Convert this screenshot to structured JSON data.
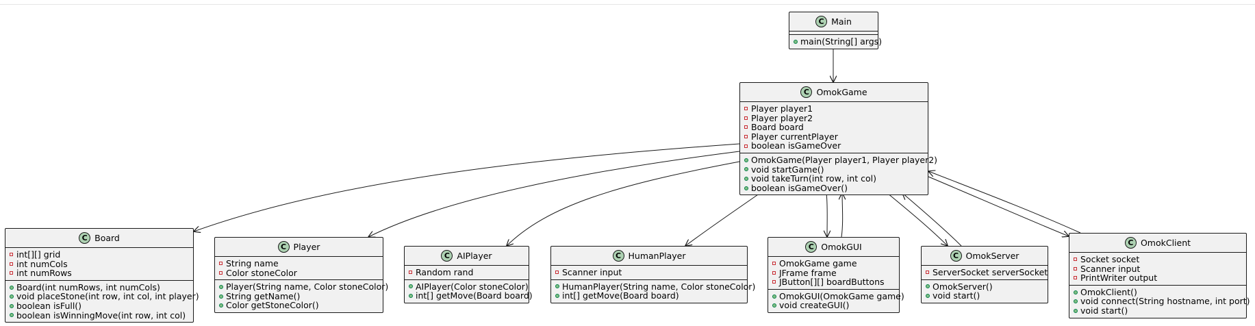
{
  "classes": {
    "main": {
      "name": "Main",
      "badge": "C",
      "fields": [],
      "methods": [
        {
          "vis": "public",
          "text": "main(String[] args)"
        }
      ]
    },
    "omokgame": {
      "name": "OmokGame",
      "badge": "C",
      "fields": [
        {
          "vis": "private",
          "text": "Player player1"
        },
        {
          "vis": "private",
          "text": "Player player2"
        },
        {
          "vis": "private",
          "text": "Board board"
        },
        {
          "vis": "private",
          "text": "Player currentPlayer"
        },
        {
          "vis": "private",
          "text": "boolean isGameOver"
        }
      ],
      "methods": [
        {
          "vis": "public",
          "text": "OmokGame(Player player1, Player player2)"
        },
        {
          "vis": "public",
          "text": "void startGame()"
        },
        {
          "vis": "public",
          "text": "void takeTurn(int row, int col)"
        },
        {
          "vis": "public",
          "text": "boolean isGameOver()"
        }
      ]
    },
    "board": {
      "name": "Board",
      "badge": "C",
      "fields": [
        {
          "vis": "private",
          "text": "int[][] grid"
        },
        {
          "vis": "private",
          "text": "int numCols"
        },
        {
          "vis": "private",
          "text": "int numRows"
        }
      ],
      "methods": [
        {
          "vis": "public",
          "text": "Board(int numRows, int numCols)"
        },
        {
          "vis": "public",
          "text": "void placeStone(int row, int col, int player)"
        },
        {
          "vis": "public",
          "text": "boolean isFull()"
        },
        {
          "vis": "public",
          "text": "boolean isWinningMove(int row, int col)"
        }
      ]
    },
    "player": {
      "name": "Player",
      "badge": "C",
      "fields": [
        {
          "vis": "private",
          "text": "String name"
        },
        {
          "vis": "private",
          "text": "Color stoneColor"
        }
      ],
      "methods": [
        {
          "vis": "public",
          "text": "Player(String name, Color stoneColor)"
        },
        {
          "vis": "public",
          "text": "String getName()"
        },
        {
          "vis": "public",
          "text": "Color getStoneColor()"
        }
      ]
    },
    "aiplayer": {
      "name": "AIPlayer",
      "badge": "C",
      "fields": [
        {
          "vis": "private",
          "text": "Random rand"
        }
      ],
      "methods": [
        {
          "vis": "public",
          "text": "AIPlayer(Color stoneColor)"
        },
        {
          "vis": "public",
          "text": "int[] getMove(Board board)"
        }
      ]
    },
    "humanplayer": {
      "name": "HumanPlayer",
      "badge": "C",
      "fields": [
        {
          "vis": "private",
          "text": "Scanner input"
        }
      ],
      "methods": [
        {
          "vis": "public",
          "text": "HumanPlayer(String name, Color stoneColor)"
        },
        {
          "vis": "public",
          "text": "int[] getMove(Board board)"
        }
      ]
    },
    "omokgui": {
      "name": "OmokGUI",
      "badge": "C",
      "fields": [
        {
          "vis": "private",
          "text": "OmokGame game"
        },
        {
          "vis": "private",
          "text": "JFrame frame"
        },
        {
          "vis": "private",
          "text": "JButton[][] boardButtons"
        }
      ],
      "methods": [
        {
          "vis": "public",
          "text": "OmokGUI(OmokGame game)"
        },
        {
          "vis": "public",
          "text": "void createGUI()"
        }
      ]
    },
    "omokserver": {
      "name": "OmokServer",
      "badge": "C",
      "fields": [
        {
          "vis": "private",
          "text": "ServerSocket serverSocket"
        }
      ],
      "methods": [
        {
          "vis": "public",
          "text": "OmokServer()"
        },
        {
          "vis": "public",
          "text": "void start()"
        }
      ]
    },
    "omokclient": {
      "name": "OmokClient",
      "badge": "C",
      "fields": [
        {
          "vis": "private",
          "text": "Socket socket"
        },
        {
          "vis": "private",
          "text": "Scanner input"
        },
        {
          "vis": "private",
          "text": "PrintWriter output"
        }
      ],
      "methods": [
        {
          "vis": "public",
          "text": "OmokClient()"
        },
        {
          "vis": "public",
          "text": "void connect(String hostname, int port)"
        },
        {
          "vis": "public",
          "text": "void start()"
        }
      ]
    }
  },
  "associations": [
    {
      "from": "main",
      "to": "omokgame"
    },
    {
      "from": "omokgame",
      "to": "board"
    },
    {
      "from": "omokgame",
      "to": "player"
    },
    {
      "from": "omokgame",
      "to": "aiplayer"
    },
    {
      "from": "omokgame",
      "to": "humanplayer"
    },
    {
      "from": "omokgame",
      "to": "omokgui"
    },
    {
      "from": "omokgui",
      "to": "omokgame"
    },
    {
      "from": "omokgame",
      "to": "omokserver"
    },
    {
      "from": "omokserver",
      "to": "omokgame"
    },
    {
      "from": "omokgame",
      "to": "omokclient"
    },
    {
      "from": "omokclient",
      "to": "omokgame"
    }
  ]
}
